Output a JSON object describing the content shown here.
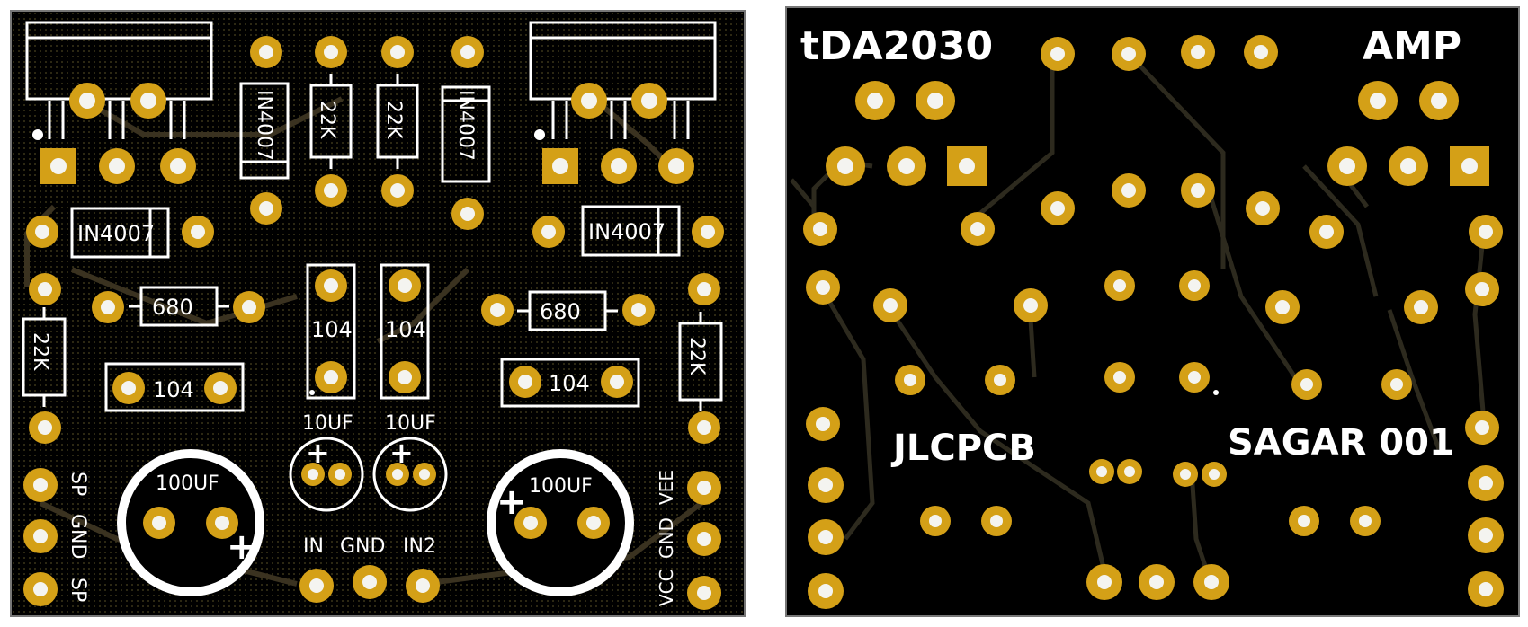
{
  "front": {
    "labels": {
      "diode_top_left": "IN4007",
      "res_top_left": "22K",
      "res_top_right": "22K",
      "diode_top_right": "IN4007",
      "diode_mid_left": "IN4007",
      "diode_mid_right": "IN4007",
      "res_mid_left": "680",
      "res_mid_right": "680",
      "res_side_left": "22K",
      "res_side_right": "22K",
      "cap_mid_left": "104",
      "cap_mid_right": "104",
      "cap_low_left": "104",
      "cap_low_right": "104",
      "ecap_small_left": "10UF",
      "ecap_small_right": "10UF",
      "ecap_big_left": "100UF",
      "ecap_big_right": "100UF",
      "plus": "+",
      "pin_sp_top": "SP",
      "pin_gnd": "GND",
      "pin_sp_bottom": "SP",
      "in_label": "IN",
      "gnd_label": "GND",
      "in2_label": "IN2",
      "vcc_label": "VCC",
      "gnd_right_label": "GND",
      "vee_label": "VEE"
    }
  },
  "back": {
    "title_left": "tDA2030",
    "title_right": "AMP",
    "maker": "JLCPCB",
    "author": "SAGAR 001"
  },
  "colors": {
    "board": "#000000",
    "pad": "#d4a017",
    "pad_hole": "#f2f2f2",
    "silk": "#ffffff",
    "trace": "#3a3220",
    "grid": "#2a2512"
  }
}
